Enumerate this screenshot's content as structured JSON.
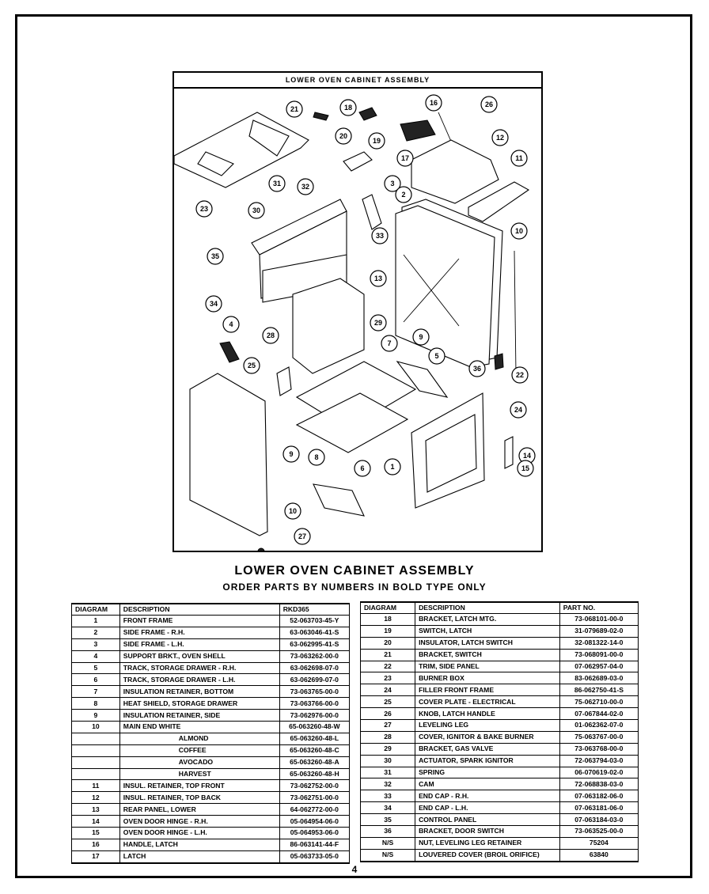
{
  "diagram": {
    "title": "LOWER OVEN CABINET ASSEMBLY",
    "callouts": [
      "21",
      "18",
      "20",
      "16",
      "26",
      "19",
      "17",
      "12",
      "11",
      "23",
      "3",
      "2",
      "31",
      "32",
      "30",
      "33",
      "10",
      "35",
      "34",
      "13",
      "4",
      "29",
      "9",
      "28",
      "7",
      "5",
      "25",
      "36",
      "22",
      "24",
      "9",
      "8",
      "6",
      "1",
      "14",
      "15",
      "10",
      "27"
    ]
  },
  "heading": {
    "title": "LOWER OVEN CABINET ASSEMBLY",
    "subtitle": "ORDER PARTS BY NUMBERS IN BOLD TYPE ONLY"
  },
  "left_table": {
    "headers": [
      "DIAGRAM",
      "DESCRIPTION",
      "RKD365"
    ],
    "rows": [
      {
        "diagram": "1",
        "description": "FRONT FRAME",
        "part": "52-063703-45-Y"
      },
      {
        "diagram": "2",
        "description": "SIDE FRAME - R.H.",
        "part": "63-063046-41-S"
      },
      {
        "diagram": "3",
        "description": "SIDE FRAME - L.H.",
        "part": "63-062995-41-S"
      },
      {
        "diagram": "4",
        "description": "SUPPORT BRKT., OVEN SHELL",
        "part": "73-063262-00-0"
      },
      {
        "diagram": "5",
        "description": "TRACK, STORAGE DRAWER - R.H.",
        "part": "63-062698-07-0"
      },
      {
        "diagram": "6",
        "description": "TRACK, STORAGE DRAWER - L.H.",
        "part": "63-062699-07-0"
      },
      {
        "diagram": "7",
        "description": "INSULATION RETAINER, BOTTOM",
        "part": "73-063765-00-0"
      },
      {
        "diagram": "8",
        "description": "HEAT SHIELD, STORAGE DRAWER",
        "part": "73-063766-00-0"
      },
      {
        "diagram": "9",
        "description": "INSULATION RETAINER, SIDE",
        "part": "73-062976-00-0"
      },
      {
        "diagram": "10",
        "description": "MAIN END      WHITE",
        "part": "65-063260-48-W"
      },
      {
        "diagram": "",
        "description": "ALMOND",
        "part": "65-063260-48-L",
        "indent": true
      },
      {
        "diagram": "",
        "description": "COFFEE",
        "part": "65-063260-48-C",
        "indent": true
      },
      {
        "diagram": "",
        "description": "AVOCADO",
        "part": "65-063260-48-A",
        "indent": true
      },
      {
        "diagram": "",
        "description": "HARVEST",
        "part": "65-063260-48-H",
        "indent": true
      },
      {
        "diagram": "11",
        "description": "INSUL. RETAINER, TOP FRONT",
        "part": "73-062752-00-0"
      },
      {
        "diagram": "12",
        "description": "INSUL. RETAINER, TOP BACK",
        "part": "73-062751-00-0"
      },
      {
        "diagram": "13",
        "description": "REAR PANEL, LOWER",
        "part": "64-062772-00-0"
      },
      {
        "diagram": "14",
        "description": "OVEN DOOR HINGE - R.H.",
        "part": "05-064954-06-0"
      },
      {
        "diagram": "15",
        "description": "OVEN DOOR HINGE - L.H.",
        "part": "05-064953-06-0"
      },
      {
        "diagram": "16",
        "description": "HANDLE, LATCH",
        "part": "86-063141-44-F"
      },
      {
        "diagram": "17",
        "description": "LATCH",
        "part": "05-063733-05-0"
      }
    ]
  },
  "right_table": {
    "headers": [
      "DIAGRAM",
      "DESCRIPTION",
      "PART NO."
    ],
    "rows": [
      {
        "diagram": "18",
        "description": "BRACKET, LATCH MTG.",
        "part": "73-068101-00-0"
      },
      {
        "diagram": "19",
        "description": "SWITCH, LATCH",
        "part": "31-079689-02-0"
      },
      {
        "diagram": "20",
        "description": "INSULATOR, LATCH SWITCH",
        "part": "32-081322-14-0"
      },
      {
        "diagram": "21",
        "description": "BRACKET, SWITCH",
        "part": "73-068091-00-0"
      },
      {
        "diagram": "22",
        "description": "TRIM, SIDE PANEL",
        "part": "07-062957-04-0"
      },
      {
        "diagram": "23",
        "description": "BURNER BOX",
        "part": "83-062689-03-0"
      },
      {
        "diagram": "24",
        "description": "FILLER FRONT FRAME",
        "part": "86-062750-41-S"
      },
      {
        "diagram": "25",
        "description": "COVER PLATE - ELECTRICAL",
        "part": "75-062710-00-0"
      },
      {
        "diagram": "26",
        "description": "KNOB, LATCH HANDLE",
        "part": "07-067844-02-0"
      },
      {
        "diagram": "27",
        "description": "LEVELING LEG",
        "part": "01-062362-07-0"
      },
      {
        "diagram": "28",
        "description": "COVER, IGNITOR & BAKE BURNER",
        "part": "75-063767-00-0"
      },
      {
        "diagram": "29",
        "description": "BRACKET, GAS VALVE",
        "part": "73-063768-00-0"
      },
      {
        "diagram": "30",
        "description": "ACTUATOR, SPARK IGNITOR",
        "part": "72-063794-03-0"
      },
      {
        "diagram": "31",
        "description": "SPRING",
        "part": "06-070619-02-0"
      },
      {
        "diagram": "32",
        "description": "CAM",
        "part": "72-068838-03-0"
      },
      {
        "diagram": "33",
        "description": "END CAP - R.H.",
        "part": "07-063182-06-0"
      },
      {
        "diagram": "34",
        "description": "END CAP - L.H.",
        "part": "07-063181-06-0"
      },
      {
        "diagram": "35",
        "description": "CONTROL PANEL",
        "part": "07-063184-03-0"
      },
      {
        "diagram": "36",
        "description": "BRACKET, DOOR SWITCH",
        "part": "73-063525-00-0"
      },
      {
        "diagram": "N/S",
        "description": "NUT, LEVELING LEG RETAINER",
        "part": "75204"
      },
      {
        "diagram": "N/S",
        "description": "LOUVERED COVER (BROIL ORIFICE)",
        "part": "63840"
      }
    ]
  },
  "page_number": "4"
}
